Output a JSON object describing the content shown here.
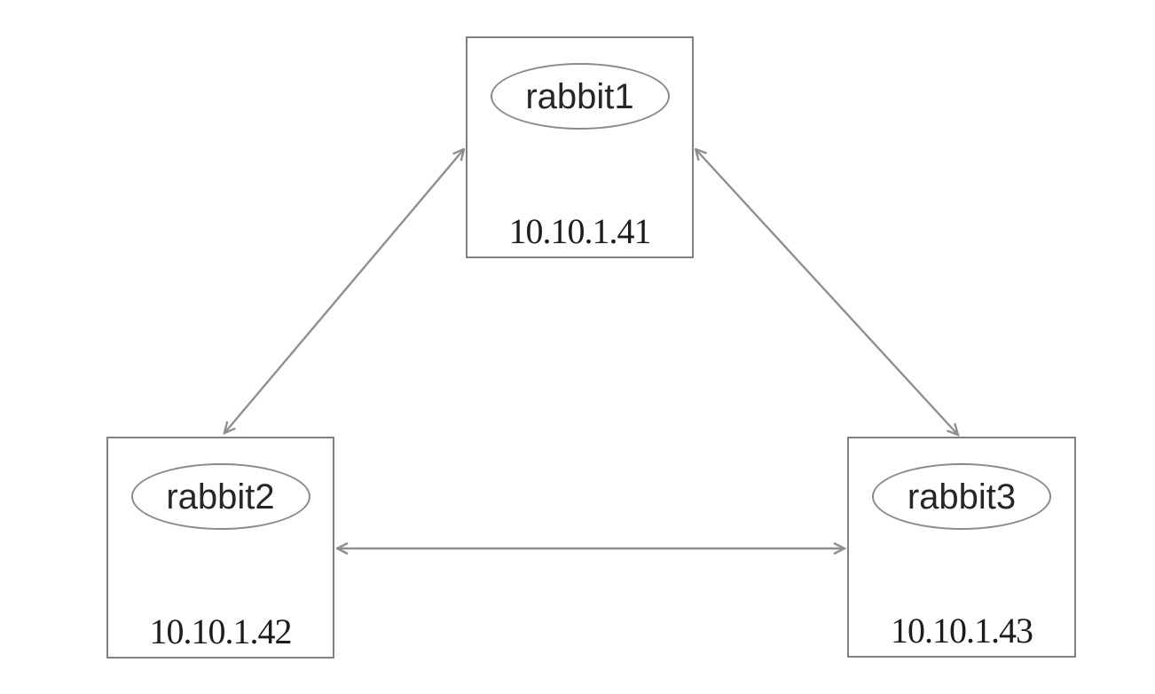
{
  "diagram": {
    "nodes": [
      {
        "id": "rabbit1",
        "label": "rabbit1",
        "ip": "10.10.1.41"
      },
      {
        "id": "rabbit2",
        "label": "rabbit2",
        "ip": "10.10.1.42"
      },
      {
        "id": "rabbit3",
        "label": "rabbit3",
        "ip": "10.10.1.43"
      }
    ],
    "edges": [
      {
        "from": "rabbit1",
        "to": "rabbit2",
        "bidirectional": true
      },
      {
        "from": "rabbit1",
        "to": "rabbit3",
        "bidirectional": true
      },
      {
        "from": "rabbit2",
        "to": "rabbit3",
        "bidirectional": true
      }
    ],
    "colors": {
      "background": "#ffffff",
      "box_border": "#818181",
      "ellipse_border": "#8a8a8a",
      "arrow": "#8f8f8f",
      "label_text": "#262626",
      "ip_text": "#1c1c1c"
    }
  }
}
